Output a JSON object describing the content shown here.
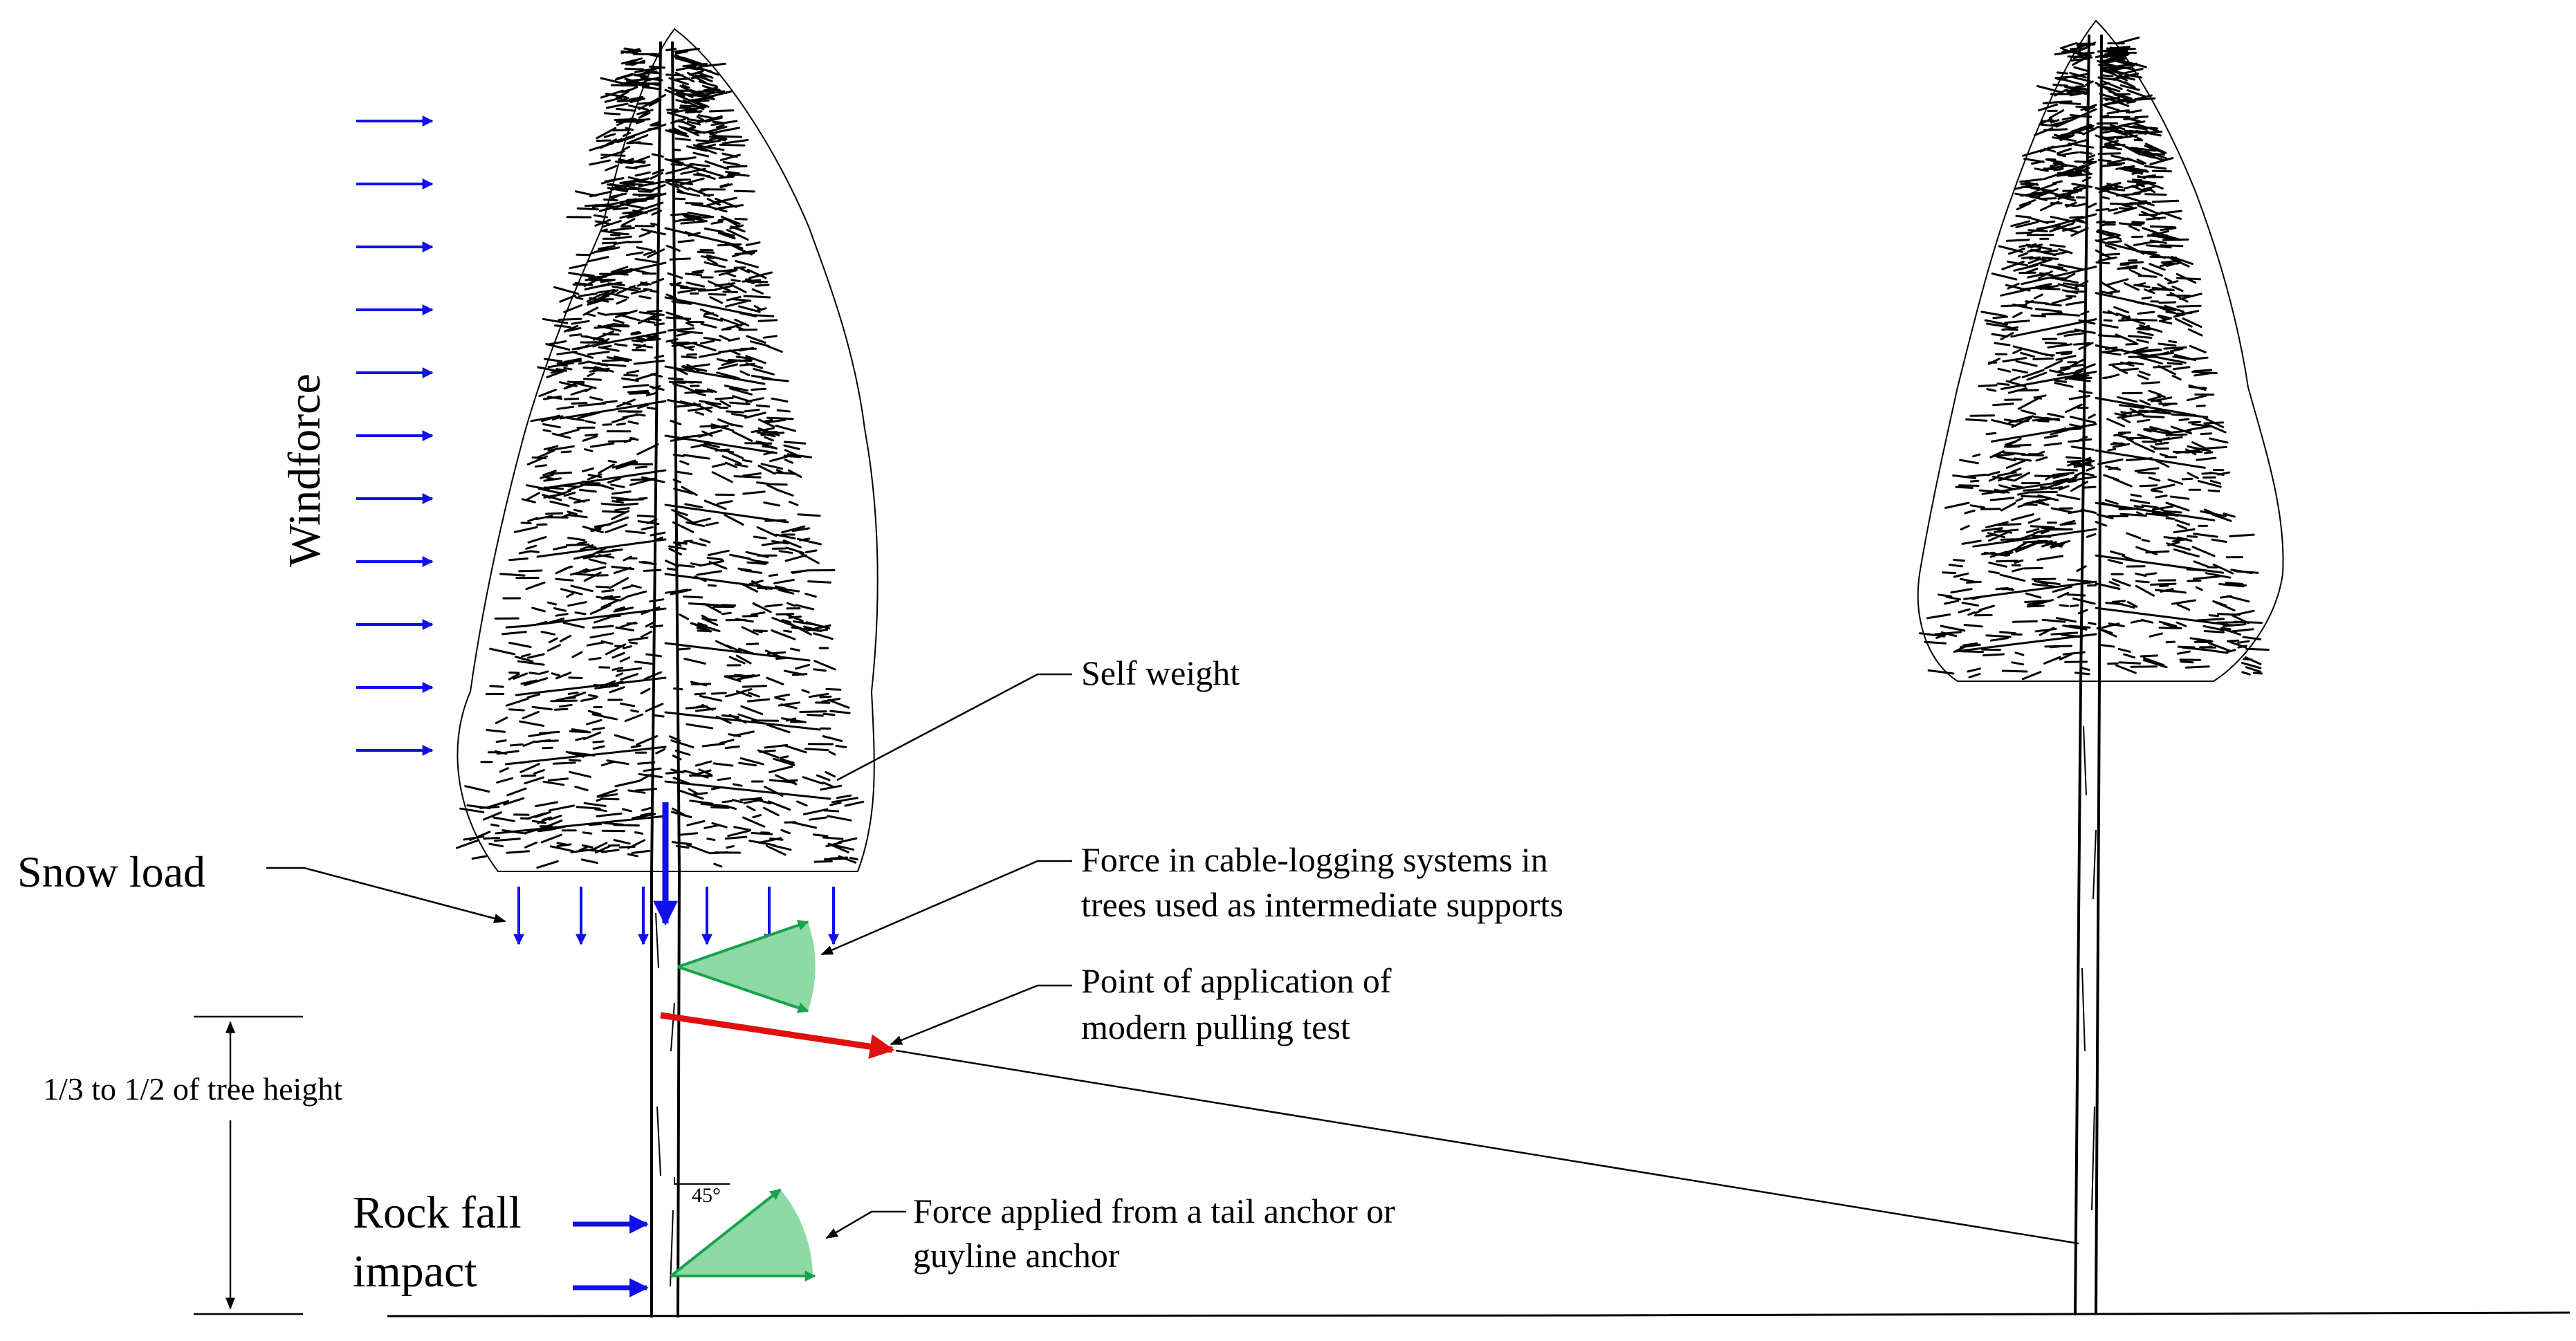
{
  "labels": {
    "windforce": "Windforce",
    "snow_load": "Snow load",
    "self_weight": "Self weight",
    "cable_force_line1": "Force in cable-logging systems in",
    "cable_force_line2": "trees used as intermediate supports",
    "pulling_test_line1": "Point of application of",
    "pulling_test_line2": "modern pulling test",
    "height_range": "1/3 to 1/2 of tree height",
    "rock_fall_line1": "Rock fall",
    "rock_fall_line2": "impact",
    "angle": "45°",
    "anchor_force_line1": "Force applied from a tail anchor or",
    "anchor_force_line2": "guyline anchor"
  },
  "colors": {
    "force_arrow": "#1010e8",
    "pull_line": "#e01010",
    "sector_fill": "#8fd9a4",
    "sector_stroke": "#17a34a",
    "ink": "#000000"
  },
  "icons": {
    "left_tree": "conifer-tree-icon",
    "right_tree": "conifer-tree-icon"
  }
}
